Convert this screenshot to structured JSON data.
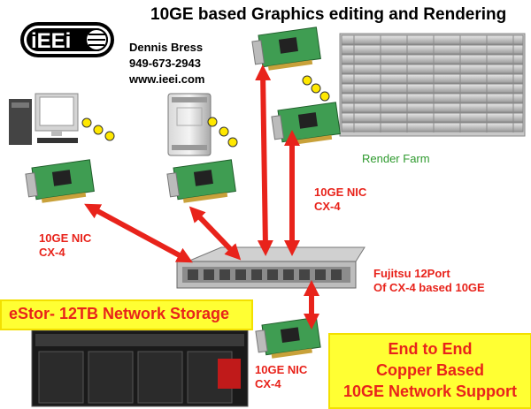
{
  "title": "10GE based Graphics editing and Rendering",
  "logo": {
    "text": "iEEi",
    "icon": "ieei-logo"
  },
  "contact": {
    "name": "Dennis Bress",
    "phone": "949-673-2943",
    "website": "www.ieei.com"
  },
  "labels": {
    "render_farm": "Render Farm",
    "nic_center_line1": "10GE NIC",
    "nic_center_line2": "CX-4",
    "nic_left_line1": "10GE NIC",
    "nic_left_line2": "CX-4",
    "nic_bottom_line1": "10GE NIC",
    "nic_bottom_line2": "CX-4",
    "switch_line1": "Fujitsu 12Port",
    "switch_line2": "Of CX-4 based 10GE",
    "storage": "eStor- 12TB Network Storage",
    "support_line1": "End to End",
    "support_line2": "Copper Based",
    "support_line3": "10GE Network Support"
  },
  "colors": {
    "arrow": "#e8231b",
    "label_red": "#e8231b",
    "label_green": "#2e9a2e",
    "highlight_yellow": "#ffff33",
    "dot_yellow": "#ffe800",
    "nic_board": "#3f9d52"
  },
  "icons": [
    "ieei-logo",
    "desktop-pc-icon",
    "mac-pro-icon",
    "nic-card-icon",
    "server-rack-icon",
    "network-switch-icon",
    "storage-array-icon"
  ]
}
